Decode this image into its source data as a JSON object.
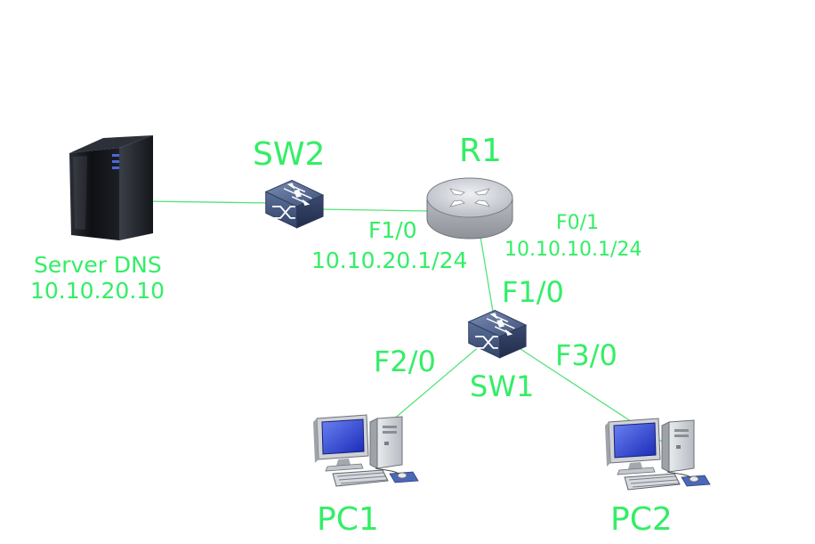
{
  "colors": {
    "label": "#33ee66",
    "link": "#55e27a",
    "server_body": "#111418",
    "router_top": "#c8ccd2",
    "switch_top": "#50648a",
    "pc_screen": "#2e3fd0"
  },
  "nodes": {
    "server": {
      "name": "Server DNS",
      "ip": "10.10.20.10",
      "icon": "server-icon"
    },
    "sw2": {
      "name": "SW2",
      "icon": "switch-icon"
    },
    "r1": {
      "name": "R1",
      "icon": "router-icon"
    },
    "sw1": {
      "name": "SW1",
      "icon": "switch-icon"
    },
    "pc1": {
      "name": "PC1",
      "icon": "desktop-pc-icon"
    },
    "pc2": {
      "name": "PC2",
      "icon": "desktop-pc-icon"
    }
  },
  "interfaces": {
    "r1_f10": {
      "port": "F1/0",
      "ip": "10.10.20.1/24"
    },
    "r1_f01": {
      "port": "F0/1",
      "ip": "10.10.10.1/24"
    },
    "sw1_f10": {
      "port": "F1/0"
    },
    "sw1_f20": {
      "port": "F2/0"
    },
    "sw1_f30": {
      "port": "F3/0"
    }
  }
}
